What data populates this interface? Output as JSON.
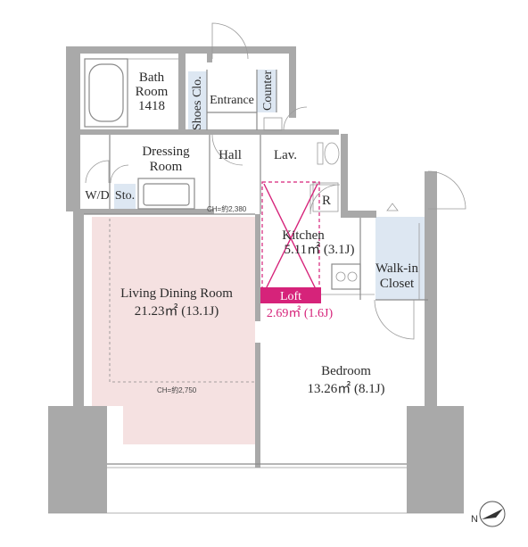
{
  "rooms": {
    "bath_line1": "Bath",
    "bath_line2": "Room",
    "bath_code": "1418",
    "shoes_closet": "Shoes Clo.",
    "entrance": "Entrance",
    "counter": "Counter",
    "dressing_line1": "Dressing",
    "dressing_line2": "Room",
    "hall": "Hall",
    "lav": "Lav.",
    "wd": "W/D",
    "storage": "Sto.",
    "refrigerator": "R",
    "kitchen_name": "Kitchen",
    "kitchen_area": "5.11㎡ (3.1J)",
    "walkin_line1": "Walk-in",
    "walkin_line2": "Closet",
    "living_name": "Living Dining Room",
    "living_area": "21.23㎡ (13.1J)",
    "bedroom_name": "Bedroom",
    "bedroom_area": "13.26㎡ (8.1J)"
  },
  "loft": {
    "label": "Loft",
    "area": "2.69㎡ (1.6J)"
  },
  "ceiling": {
    "hall_height": "CH=約2,380",
    "living_height": "CH=約2,750"
  },
  "compass": {
    "letter": "N"
  },
  "colors": {
    "living_highlight": "#f5e1e1",
    "closet_fill": "#dde7f2",
    "loft_accent": "#d6237a",
    "wall": "#a9a9a9"
  }
}
